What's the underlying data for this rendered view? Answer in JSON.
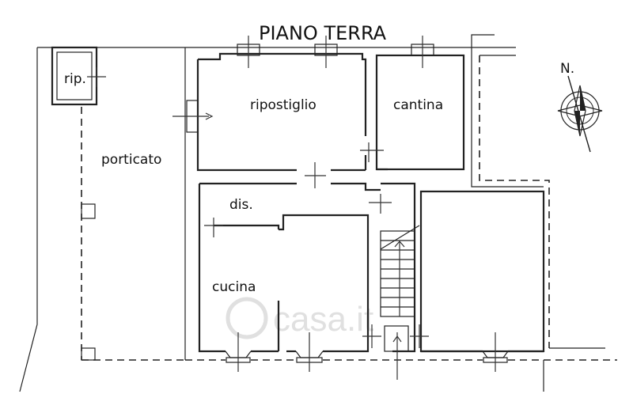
{
  "title": "PIANO TERRA",
  "rooms": {
    "rip": "rip.",
    "portico": "porticato",
    "storage": "ripostiglio",
    "cellar": "cantina",
    "hall": "dis.",
    "kitchen": "cucina"
  },
  "north_label": "N.",
  "watermark": "casa.it",
  "icons": {
    "compass": "compass-rose-icon",
    "entry_arrow": "arrow-icon",
    "window": "window-icon"
  }
}
